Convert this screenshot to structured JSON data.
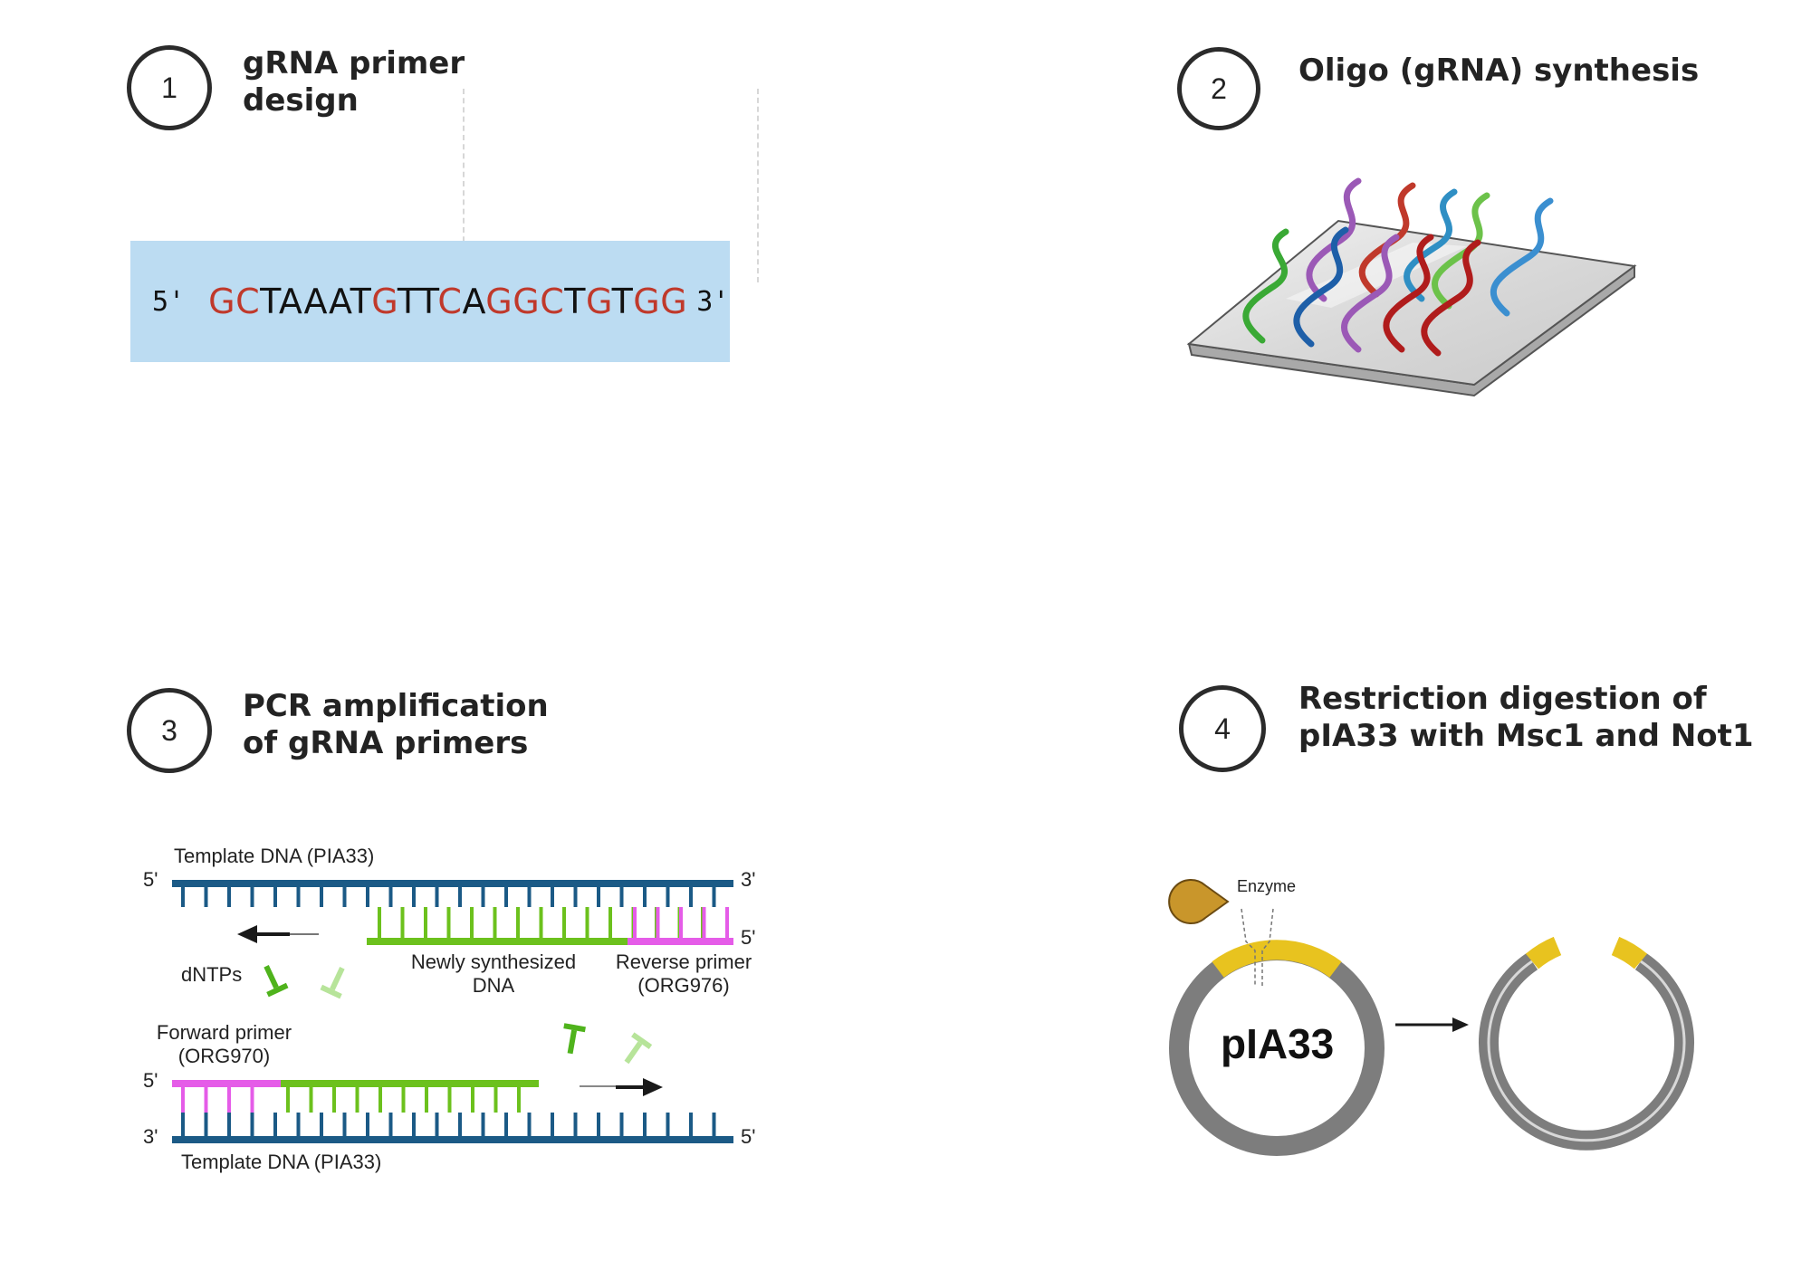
{
  "steps": [
    {
      "number": "1",
      "title_lines": [
        "gRNA primer",
        "design"
      ]
    },
    {
      "number": "2",
      "title_lines": [
        "Oligo (gRNA) synthesis"
      ]
    },
    {
      "number": "3",
      "title_lines": [
        "PCR amplification",
        "of gRNA primers"
      ]
    },
    {
      "number": "4",
      "title_lines": [
        "Restriction digestion of",
        "pIA33 with Msc1 and Not1"
      ]
    }
  ],
  "sequence": {
    "five_prime": "5'",
    "three_prime": "3'",
    "bases": [
      "G",
      "C",
      "T",
      "A",
      "A",
      "A",
      "T",
      "G",
      "T",
      "T",
      "C",
      "A",
      "G",
      "G",
      "C",
      "T",
      "G",
      "T",
      "G",
      "G"
    ],
    "red_positions": [
      0,
      1,
      7,
      10,
      12,
      13,
      14,
      16,
      18,
      19
    ],
    "colors": {
      "highlight": "#c0392b",
      "normal": "#111111",
      "box": "#bcdcf2"
    }
  },
  "oligo_strand_colors": [
    "#3aa935",
    "#9b59b6",
    "#c0392b",
    "#2f8fc4",
    "#1e5fa8",
    "#b01c1c",
    "#6cc24a",
    "#3b8fd0"
  ],
  "pcr": {
    "template_top_label": "Template DNA (PIA33)",
    "template_bottom_label": "Template DNA (PIA33)",
    "newly_synthesized_lines": [
      "Newly synthesized",
      "DNA"
    ],
    "reverse_primer_lines": [
      "Reverse primer",
      "(ORG976)"
    ],
    "forward_primer_lines": [
      "Forward primer",
      "(ORG970)"
    ],
    "dntps_label": "dNTPs",
    "end_labels": {
      "top_left": "5'",
      "top_right": "3'",
      "mid_right": "5'",
      "lower_left": "5'",
      "bottom_left": "3'",
      "bottom_right": "5'"
    },
    "colors": {
      "template": "#1b5a86",
      "new_dna": "#6cc11d",
      "primer": "#e55ce8",
      "arrow": "#1a1a1a",
      "dntp_dark": "#4fb31c",
      "dntp_light": "#b7e49a"
    }
  },
  "digestion": {
    "plasmid_name": "pIA33",
    "enzyme_label": "Enzyme",
    "colors": {
      "ring": "#7d7d7d",
      "insert": "#e8c31f",
      "enzyme": "#c9962b"
    }
  }
}
